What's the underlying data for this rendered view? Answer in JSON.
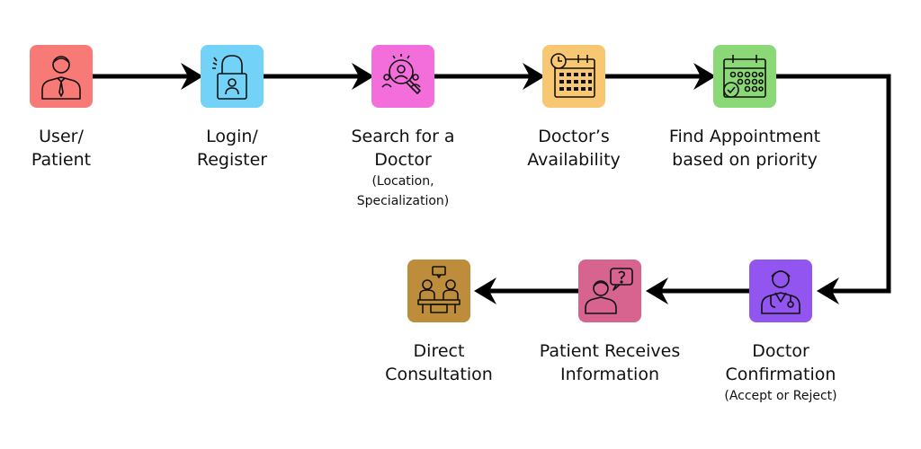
{
  "colors": {
    "user": "#f77a76",
    "login": "#72d2f8",
    "search": "#f46edb",
    "availability": "#f8c771",
    "appointment": "#8bd877",
    "confirmation": "#9255ef",
    "receives": "#d6648e",
    "consultation": "#be8d3c",
    "arrow": "#000000"
  },
  "steps": [
    {
      "id": "user",
      "icon": "user-icon",
      "line1": "User/",
      "line2": "Patient"
    },
    {
      "id": "login",
      "icon": "padlock-user-icon",
      "line1": "Login/",
      "line2": "Register"
    },
    {
      "id": "search",
      "icon": "search-doctor-icon",
      "line1": "Search for a",
      "line2": "Doctor",
      "sub1": "(Location,",
      "sub2": "Specialization)"
    },
    {
      "id": "availability",
      "icon": "calendar-clock-icon",
      "line1": "Doctor’s",
      "line2": "Availability"
    },
    {
      "id": "appointment",
      "icon": "calendar-check-icon",
      "line1": "Find Appointment",
      "line2": "based on priority"
    },
    {
      "id": "confirmation",
      "icon": "doctor-icon",
      "line1": "Doctor",
      "line2": "Confirmation",
      "sub1": "(Accept or Reject)"
    },
    {
      "id": "receives",
      "icon": "patient-question-icon",
      "line1": "Patient Receives",
      "line2": "Information"
    },
    {
      "id": "consultation",
      "icon": "consultation-icon",
      "line1": "Direct",
      "line2": "Consultation"
    }
  ]
}
